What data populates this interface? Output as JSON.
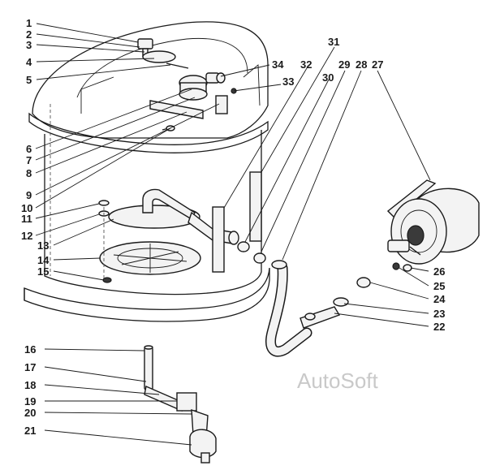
{
  "watermark": "AutoSoft",
  "labels": [
    "1",
    "2",
    "3",
    "4",
    "5",
    "6",
    "7",
    "8",
    "9",
    "10",
    "11",
    "12",
    "13",
    "14",
    "15",
    "16",
    "17",
    "18",
    "19",
    "20",
    "21",
    "22",
    "23",
    "24",
    "25",
    "26",
    "27",
    "28",
    "29",
    "30",
    "31",
    "32",
    "33",
    "34"
  ]
}
